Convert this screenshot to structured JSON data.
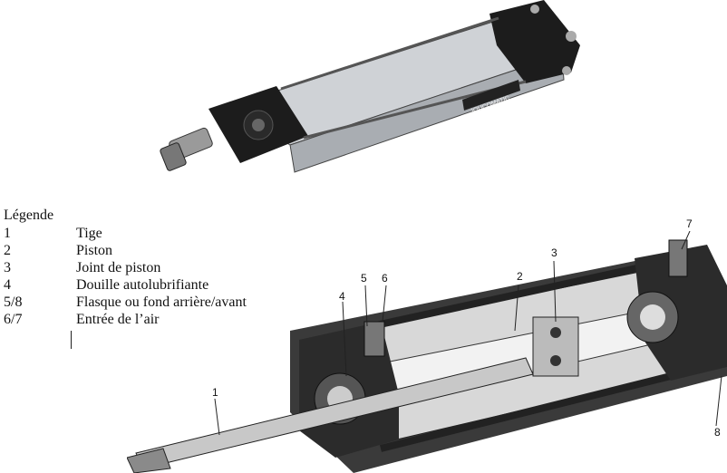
{
  "photo": {
    "brand_text": "JOUCOMATIC"
  },
  "legend": {
    "title": "Légende",
    "items": [
      {
        "num": "1",
        "label": "Tige"
      },
      {
        "num": "2",
        "label": "Piston"
      },
      {
        "num": "3",
        "label": "Joint de piston"
      },
      {
        "num": "4",
        "label": "Douille autolubrifiante"
      },
      {
        "num": "5/8",
        "label": "Flasque ou fond arrière/avant"
      },
      {
        "num": "6/7",
        "label": "Entrée de l’air"
      }
    ]
  },
  "callouts": {
    "c1": "1",
    "c2": "2",
    "c3": "3",
    "c4": "4",
    "c5": "5",
    "c6": "6",
    "c7": "7",
    "c8": "8"
  }
}
